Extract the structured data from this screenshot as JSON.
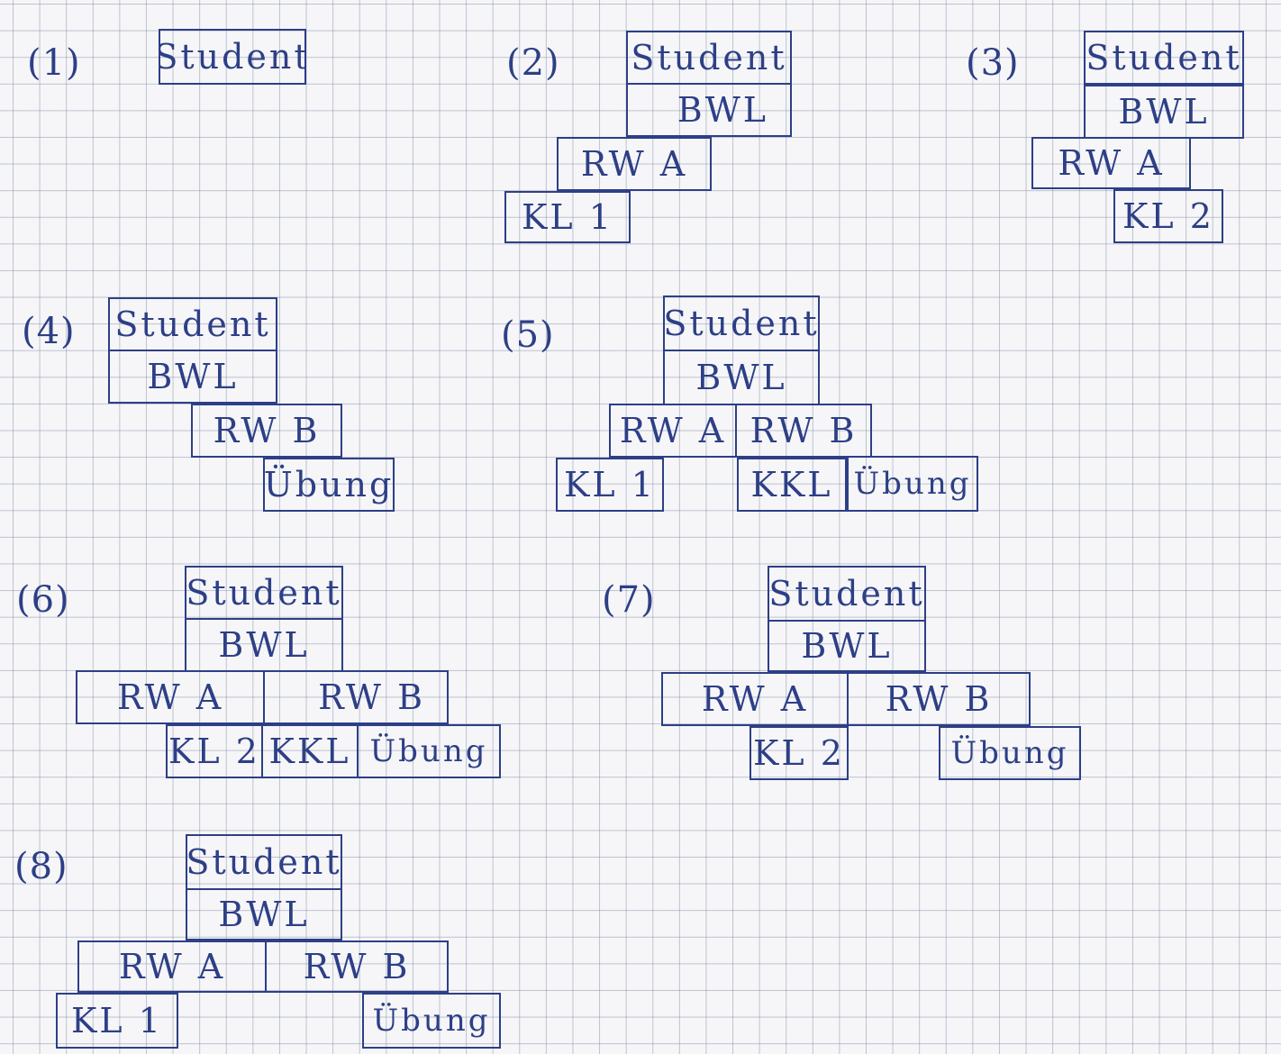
{
  "diagrams": [
    {
      "label": "(1)",
      "student": "Student"
    },
    {
      "label": "(2)",
      "student": "Student",
      "bwl": "BWL",
      "rwa": "RW A",
      "kl": "KL 1"
    },
    {
      "label": "(3)",
      "student": "Student",
      "bwl": "BWL",
      "rwa": "RW A",
      "kl": "KL 2"
    },
    {
      "label": "(4)",
      "student": "Student",
      "bwl": "BWL",
      "rwb": "RW B",
      "uebung": "Übung"
    },
    {
      "label": "(5)",
      "student": "Student",
      "bwl": "BWL",
      "rwa": "RW A",
      "rwb": "RW B",
      "kl": "KL 1",
      "kkl": "KKL",
      "uebung": "Übung"
    },
    {
      "label": "(6)",
      "student": "Student",
      "bwl": "BWL",
      "rwa": "RW A",
      "rwb": "RW B",
      "kl": "KL 2",
      "kkl": "KKL",
      "uebung": "Übung"
    },
    {
      "label": "(7)",
      "student": "Student",
      "bwl": "BWL",
      "rwa": "RW A",
      "rwb": "RW B",
      "kl": "KL 2",
      "uebung": "Übung"
    },
    {
      "label": "(8)",
      "student": "Student",
      "bwl": "BWL",
      "rwa": "RW A",
      "rwb": "RW B",
      "kl": "KL 1",
      "uebung": "Übung"
    }
  ]
}
